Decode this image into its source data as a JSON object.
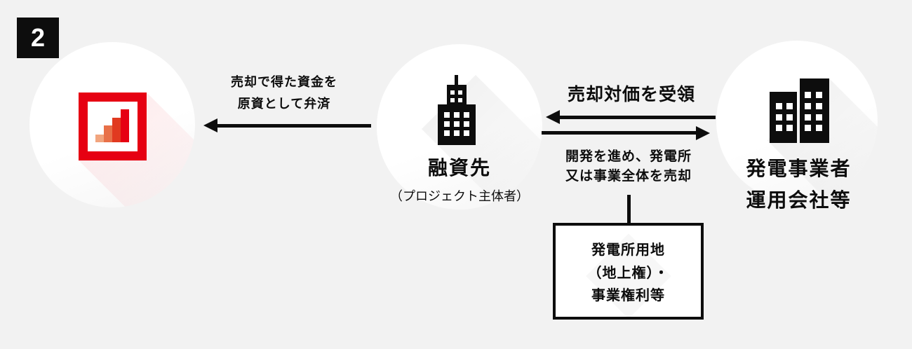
{
  "step_badge": "2",
  "nodes": {
    "lender": {
      "icon": "bar-chart-logo"
    },
    "borrower": {
      "icon": "office-building",
      "title": "融資先",
      "subtitle": "（プロジェクト主体者）"
    },
    "operator": {
      "icon": "two-office-buildings",
      "title_lines": [
        "発電事業者",
        "運用会社等"
      ]
    }
  },
  "flows": {
    "repayment": {
      "direction": "right-to-left",
      "label_lines": [
        "売却で得た資金を",
        "原資として弁済"
      ]
    },
    "receive_payment": {
      "direction": "right-to-left",
      "label": "売却対価を受領"
    },
    "sell_business": {
      "direction": "left-to-right",
      "label_lines": [
        "開発を進め、発電所",
        "又は事業全体を売却"
      ]
    }
  },
  "asset_box": {
    "lines": [
      "発電所用地",
      "（地上権）・",
      "事業権利等"
    ]
  },
  "colors": {
    "background": "#F2F2F2",
    "ink": "#0D0D0D",
    "brand_red": "#E60012",
    "node_fill": "#FFFFFF",
    "logo_bar_colors": [
      "#F2A57E",
      "#E87048",
      "#E13A20",
      "#E60012"
    ]
  }
}
